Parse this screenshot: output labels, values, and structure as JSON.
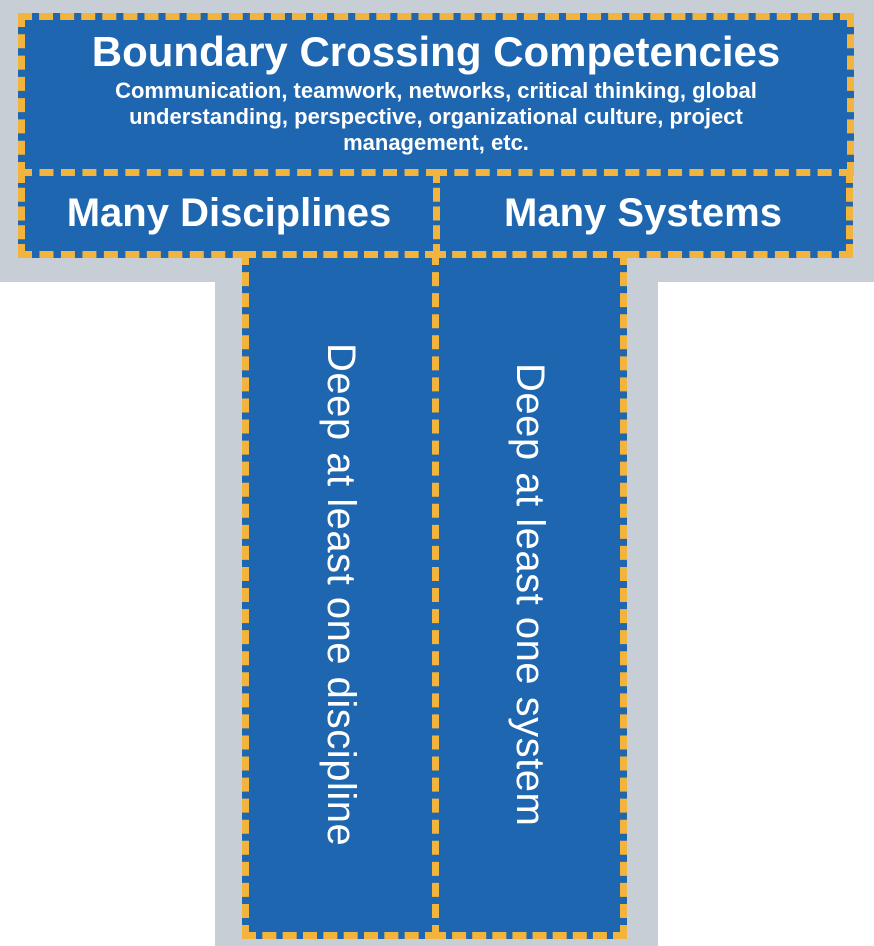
{
  "diagram": {
    "title": "Boundary Crossing Competencies",
    "subtitle_lines": [
      "Communication, teamwork, networks, critical thinking, global",
      "understanding, perspective, organizational culture, project",
      "management, etc."
    ],
    "horizontal_bars": [
      {
        "label": "Many Disciplines"
      },
      {
        "label": "Many Systems"
      }
    ],
    "vertical_bars": [
      {
        "label": "Deep at least one discipline"
      },
      {
        "label": "Deep at least one system"
      }
    ],
    "colors": {
      "bar_fill": "#1E66AF",
      "dashed_border": "#F2B43C",
      "background_band": "#C7CED5",
      "text": "#FFFFFF"
    }
  }
}
